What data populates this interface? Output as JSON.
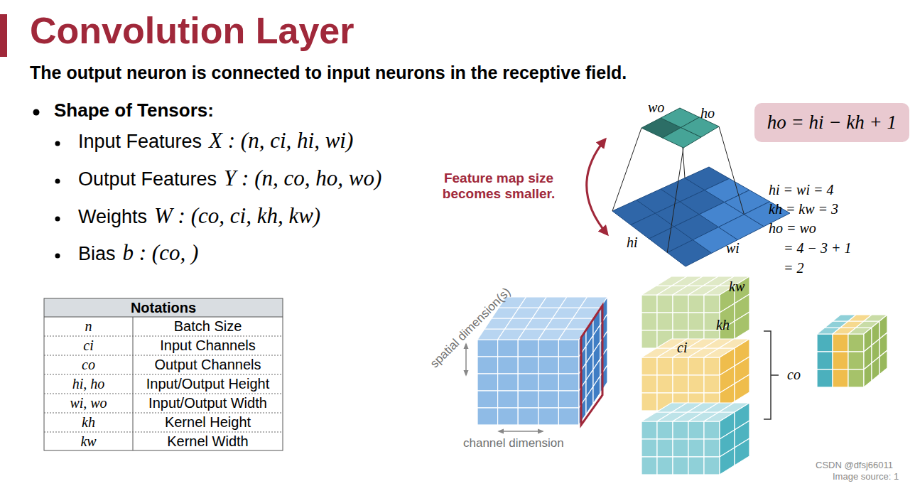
{
  "diagram": {
    "title": "Convolution Layer",
    "nodes": [
      {
        "text": [
          "ho = hi − kh + 1"
        ]
      }
    ],
    "labels": [
      "The output neuron is connected to input neurons in the receptive field.",
      "Shape of Tensors:",
      "Input Features",
      "X : (n, ci, hi, wi)",
      "Output Features",
      "Y : (n, co, ho, wo)",
      "Weights",
      "W : (co, ci, kh, kw)",
      "Bias",
      "b : (co, )",
      "Notations",
      "n",
      "Batch Size",
      "ci",
      "Input Channels",
      "co",
      "Output Channels",
      "hi, ho",
      "Input/Output Height",
      "wi, wo",
      "Input/Output Width",
      "kh",
      "Kernel Height",
      "kw",
      "Kernel Width",
      "wo",
      "ho",
      "Feature map size becomes smaller.",
      "hi = wi = 4",
      "kh = kw = 3",
      "ho = wo",
      "= 4 − 3 + 1",
      "= 2",
      "hi",
      "wi",
      "spatial dimension(s)",
      "channel dimension",
      "kw",
      "kh",
      "ci",
      "co",
      "CSDN @dfsj66011",
      "Image source: 1"
    ]
  }
}
